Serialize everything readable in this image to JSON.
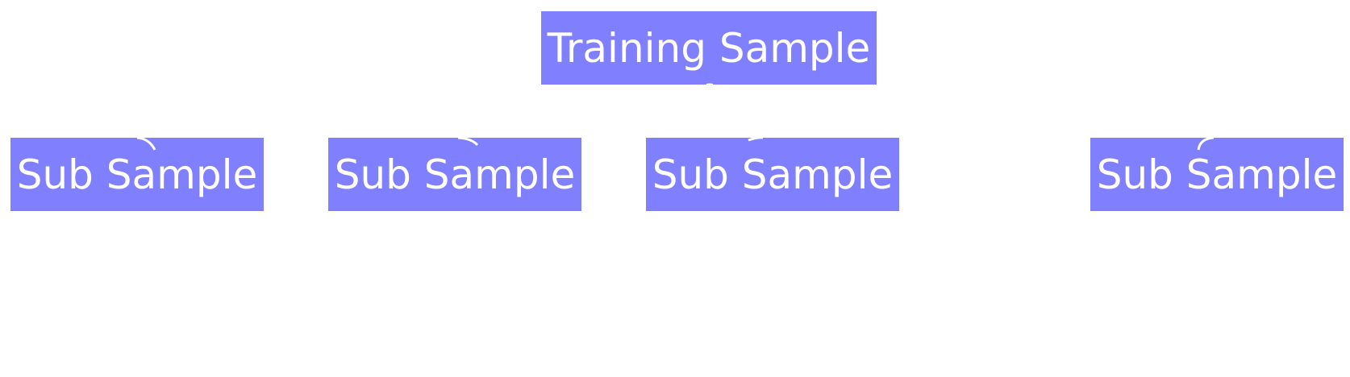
{
  "diagram": {
    "root": {
      "label": "Training Sample"
    },
    "children": [
      {
        "label": "Sub Sample"
      },
      {
        "label": "Sub Sample"
      },
      {
        "label": "Sub Sample"
      },
      {
        "label": "Sub Sample"
      }
    ],
    "colors": {
      "node_fill": "#8080ff",
      "node_text": "#ffffff",
      "edge": "#ffffff",
      "background": "#ffffff"
    }
  }
}
